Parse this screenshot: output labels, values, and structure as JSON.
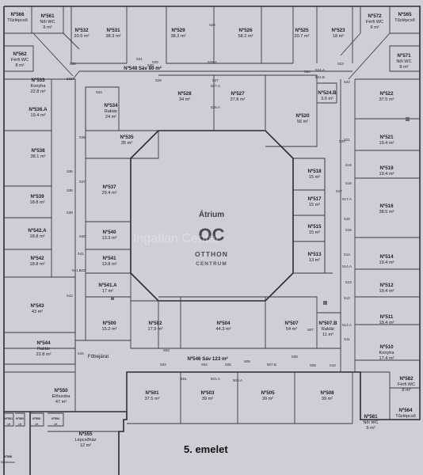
{
  "floor_label": "5. emelet",
  "logo": {
    "top": "Átrium",
    "mark": "OC",
    "line1": "OTTHON",
    "line2": "CENTRUM"
  },
  "watermark": "Ingatlan Center",
  "rooms": [
    {
      "id": "r566",
      "number": "Nº566",
      "name": "Tűzlépcső",
      "area": ""
    },
    {
      "id": "r561",
      "number": "Nº561",
      "name": "Női WC",
      "area": "9 m²"
    },
    {
      "id": "r532",
      "number": "Nº532",
      "name": "",
      "area": "20.5 m²"
    },
    {
      "id": "r531",
      "number": "Nº531",
      "name": "",
      "area": "38.3 m²"
    },
    {
      "id": "r529",
      "number": "Nº529",
      "name": "",
      "area": "38.3 m²"
    },
    {
      "id": "r526",
      "number": "Nº526",
      "name": "",
      "area": "58.2 m²"
    },
    {
      "id": "r525",
      "number": "Nº525",
      "name": "",
      "area": "20.7 m²"
    },
    {
      "id": "r523",
      "number": "Nº523",
      "name": "",
      "area": "18 m²"
    },
    {
      "id": "r572",
      "number": "Nº572",
      "name": "Férfi WC",
      "area": "9 m²"
    },
    {
      "id": "r565",
      "number": "Nº565",
      "name": "Tűzlépcső",
      "area": ""
    },
    {
      "id": "r562",
      "number": "Nº562",
      "name": "Férfi WC",
      "area": "8 m²"
    },
    {
      "id": "r571",
      "number": "Nº571",
      "name": "Női WC",
      "area": "8 m²"
    },
    {
      "id": "r548",
      "number": "Nº548",
      "name": "Sáv",
      "area": "80 m²"
    },
    {
      "id": "r533",
      "number": "Nº533",
      "name": "Konyha",
      "area": "22.8 m²"
    },
    {
      "id": "r534",
      "number": "Nº534",
      "name": "Raktár",
      "area": "24 m²"
    },
    {
      "id": "r528",
      "number": "Nº528",
      "name": "",
      "area": "34 m²"
    },
    {
      "id": "r527",
      "number": "Nº527",
      "name": "",
      "area": "37.8 m²"
    },
    {
      "id": "r524b",
      "number": "Nº524.B",
      "name": "",
      "area": "3.6 m²"
    },
    {
      "id": "r522",
      "number": "Nº522",
      "name": "",
      "area": "37.5 m²"
    },
    {
      "id": "r536a",
      "number": "Nº536.A",
      "name": "",
      "area": "19.4 m²"
    },
    {
      "id": "r520",
      "number": "Nº520",
      "name": "",
      "area": "56 m²"
    },
    {
      "id": "r535",
      "number": "Nº535",
      "name": "",
      "area": "35 m²"
    },
    {
      "id": "r521",
      "number": "Nº521",
      "name": "",
      "area": "19.4 m²"
    },
    {
      "id": "r538",
      "number": "Nº538",
      "name": "",
      "area": "38.1 m²"
    },
    {
      "id": "r519",
      "number": "Nº519",
      "name": "",
      "area": "19.4 m²"
    },
    {
      "id": "r537",
      "number": "Nº537",
      "name": "",
      "area": "29.4 m²"
    },
    {
      "id": "r518",
      "number": "Nº518",
      "name": "",
      "area": "15 m²"
    },
    {
      "id": "r539",
      "number": "Nº539",
      "name": "",
      "area": "18.8 m²"
    },
    {
      "id": "r517",
      "number": "Nº517",
      "name": "",
      "area": "15 m²"
    },
    {
      "id": "r516",
      "number": "Nº516",
      "name": "",
      "area": "38.5 m²"
    },
    {
      "id": "r542a",
      "number": "Nº542.A",
      "name": "",
      "area": "18.8 m²"
    },
    {
      "id": "r540",
      "number": "Nº540",
      "name": "",
      "area": "13.3 m²"
    },
    {
      "id": "r515",
      "number": "Nº515",
      "name": "",
      "area": "15 m²"
    },
    {
      "id": "r542",
      "number": "Nº542",
      "name": "",
      "area": "18.8 m²"
    },
    {
      "id": "r541",
      "number": "Nº541",
      "name": "",
      "area": "13.8 m²"
    },
    {
      "id": "r513",
      "number": "Nº513",
      "name": "",
      "area": "13 m²"
    },
    {
      "id": "r514",
      "number": "Nº514",
      "name": "",
      "area": "19.4 m²"
    },
    {
      "id": "r541a",
      "number": "Nº541.A",
      "name": "",
      "area": "17 m²"
    },
    {
      "id": "r512",
      "number": "Nº512",
      "name": "",
      "area": "19.4 m²"
    },
    {
      "id": "r543",
      "number": "Nº543",
      "name": "",
      "area": "43 m²"
    },
    {
      "id": "r500",
      "number": "Nº500",
      "name": "",
      "area": "15.2 m²"
    },
    {
      "id": "r502",
      "number": "Nº502",
      "name": "",
      "area": "17.9 m²"
    },
    {
      "id": "r504",
      "number": "Nº504",
      "name": "",
      "area": "44.3 m²"
    },
    {
      "id": "r507",
      "number": "Nº507",
      "name": "",
      "area": "54 m²"
    },
    {
      "id": "r507b",
      "number": "Nº507.B",
      "name": "Raktár",
      "area": "11 m²"
    },
    {
      "id": "r511",
      "number": "Nº511",
      "name": "",
      "area": "19.4 m²"
    },
    {
      "id": "r544",
      "number": "Nº544",
      "name": "Raktár",
      "area": "22.8 m²"
    },
    {
      "id": "r510",
      "number": "Nº510",
      "name": "Konyha",
      "area": "17.4 m²"
    },
    {
      "id": "r546",
      "number": "Nº546",
      "name": "Sáv",
      "area": "123 m²"
    },
    {
      "id": "r582",
      "number": "Nº582",
      "name": "Férfi WC",
      "area": "8 m²"
    },
    {
      "id": "r550",
      "number": "Nº550",
      "name": "Előszoba",
      "area": "47 m²"
    },
    {
      "id": "r501",
      "number": "Nº501",
      "name": "",
      "area": "37.5 m²"
    },
    {
      "id": "r503",
      "number": "Nº503",
      "name": "",
      "area": "39 m²"
    },
    {
      "id": "r505",
      "number": "Nº505",
      "name": "",
      "area": "39 m²"
    },
    {
      "id": "r508",
      "number": "Nº508",
      "name": "",
      "area": "39 m²"
    },
    {
      "id": "r581",
      "number": "Nº581",
      "name": "Női WC",
      "area": "9 m²"
    },
    {
      "id": "r564",
      "number": "Nº564",
      "name": "Tűzlépcső",
      "area": ""
    },
    {
      "id": "r551",
      "number": "Nº551",
      "name": "Lift",
      "area": ""
    },
    {
      "id": "r552",
      "number": "Nº552",
      "name": "Lift",
      "area": ""
    },
    {
      "id": "r553",
      "number": "Nº553",
      "name": "Lift",
      "area": ""
    },
    {
      "id": "r554",
      "number": "Nº554",
      "name": "Lift",
      "area": ""
    },
    {
      "id": "r555",
      "number": "Nº555",
      "name": "Lépcsőház",
      "area": "12 m²"
    },
    {
      "id": "r558",
      "number": "Nº558",
      "name": "Elektromos",
      "area": ""
    }
  ],
  "labels": {
    "fobejarat": "Főbejárat"
  },
  "doors": [
    "532",
    "533",
    "534",
    "535",
    "536",
    "537",
    "538",
    "539",
    "540",
    "541",
    "541.A",
    "542",
    "543",
    "544",
    "530",
    "531",
    "529",
    "528",
    "527",
    "526",
    "526.A",
    "527.A",
    "528.A",
    "524",
    "524.A",
    "524.B",
    "523",
    "522",
    "521",
    "520",
    "519",
    "518",
    "517",
    "517.A",
    "516",
    "515",
    "514",
    "514.A",
    "513",
    "512",
    "512.A",
    "511",
    "510",
    "509",
    "508",
    "507",
    "507.B",
    "506",
    "505",
    "504",
    "503",
    "502",
    "501",
    "501.A",
    "503.A",
    "505.A"
  ]
}
